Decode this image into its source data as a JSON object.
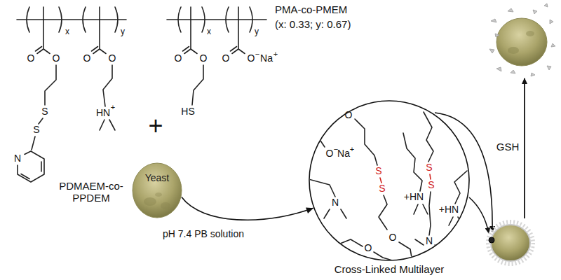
{
  "diagram": {
    "nodes": [
      {
        "text": [
          "Yeast"
        ]
      },
      {
        "text": [
          "Cross-Linked Multilayer"
        ]
      }
    ],
    "edges": [
      {
        "from": 0,
        "to": 1,
        "arrow": "to",
        "label": "pH 7.4 PB solution"
      }
    ],
    "labels": [
      "x",
      "y",
      "O",
      "O",
      "O",
      "O",
      "S",
      "S",
      "N",
      "HN",
      "+",
      "PDMAEM-co-PPDEM",
      "x",
      "y",
      "PMA-co-PMEM",
      "(x: 0.33; y: 0.67)",
      "O",
      "O",
      "O",
      "O",
      "−",
      "Na",
      "+",
      "HS",
      "+",
      "O",
      "O",
      "−",
      "Na",
      "+",
      "N",
      "S",
      "S",
      "+HN",
      "S",
      "S",
      "+HN",
      "N",
      "O",
      "O",
      "GSH"
    ]
  }
}
